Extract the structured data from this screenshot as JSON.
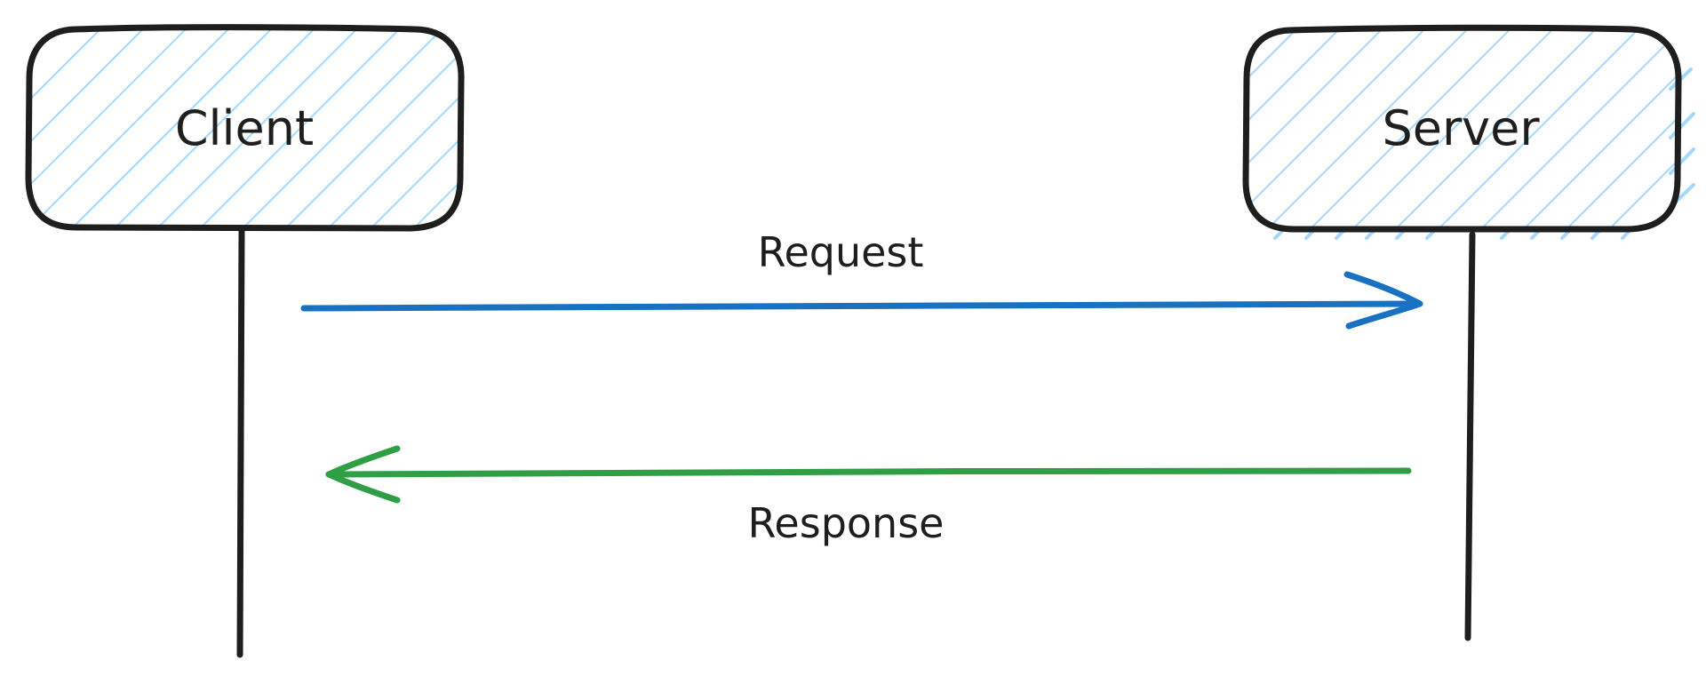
{
  "diagram": {
    "type": "sequence-diagram",
    "style": "hand-drawn",
    "colors": {
      "background": "#ffffff",
      "stroke": "#1e1e1e",
      "hatch": "#a5d8ff",
      "request_arrow": "#1971c2",
      "response_arrow": "#2f9e44"
    },
    "participants": [
      {
        "id": "client",
        "label": "Client"
      },
      {
        "id": "server",
        "label": "Server"
      }
    ],
    "messages": [
      {
        "from": "client",
        "to": "server",
        "label": "Request",
        "color": "#1971c2"
      },
      {
        "from": "server",
        "to": "client",
        "label": "Response",
        "color": "#2f9e44"
      }
    ]
  }
}
